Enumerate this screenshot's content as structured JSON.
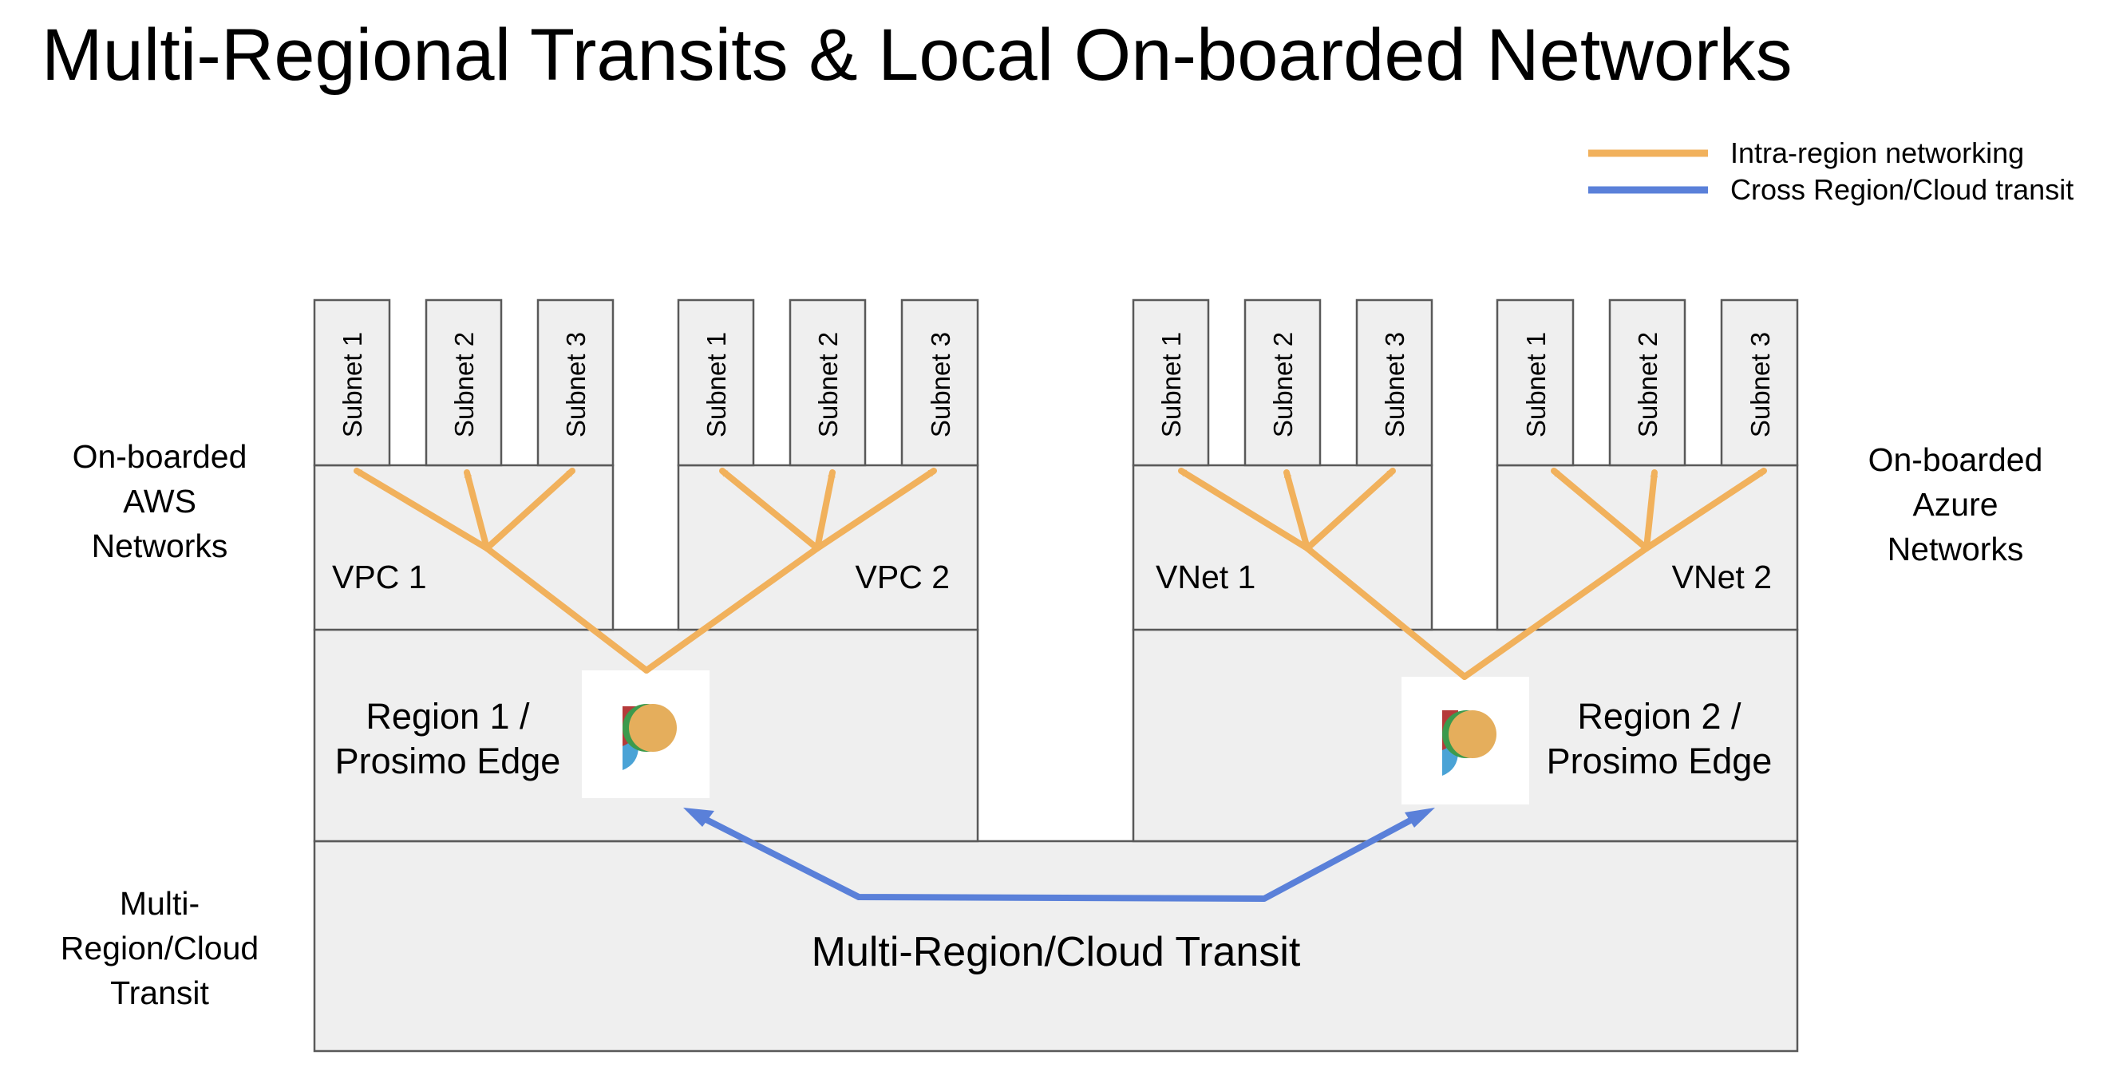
{
  "title": "Multi-Regional Transits & Local On-boarded Networks",
  "legend": {
    "items": [
      {
        "label": "Intra-region networking",
        "color": "#f1b15c"
      },
      {
        "label": "Cross Region/Cloud transit",
        "color": "#5a80d9"
      }
    ]
  },
  "side_labels": {
    "aws": [
      "On-boarded",
      "AWS",
      "Networks"
    ],
    "azure": [
      "On-boarded",
      "Azure",
      "Networks"
    ],
    "transit": [
      "Multi-",
      "Region/Cloud",
      "Transit"
    ]
  },
  "networks": {
    "vpc1": {
      "label": "VPC 1",
      "subnets": [
        "Subnet 1",
        "Subnet 2",
        "Subnet 3"
      ]
    },
    "vpc2": {
      "label": "VPC 2",
      "subnets": [
        "Subnet 1",
        "Subnet 2",
        "Subnet 3"
      ]
    },
    "vnet1": {
      "label": "VNet 1",
      "subnets": [
        "Subnet 1",
        "Subnet 2",
        "Subnet 3"
      ]
    },
    "vnet2": {
      "label": "VNet 2",
      "subnets": [
        "Subnet 1",
        "Subnet 2",
        "Subnet 3"
      ]
    }
  },
  "regions": {
    "region1": [
      "Region 1 /",
      "Prosimo Edge"
    ],
    "region2": [
      "Region 2 /",
      "Prosimo Edge"
    ]
  },
  "transit_label": "Multi-Region/Cloud Transit",
  "logo": {
    "icon": "prosimo-logo-icon",
    "colors": [
      "#e8b05a",
      "#34a853",
      "#4285f4",
      "#d93025"
    ]
  }
}
